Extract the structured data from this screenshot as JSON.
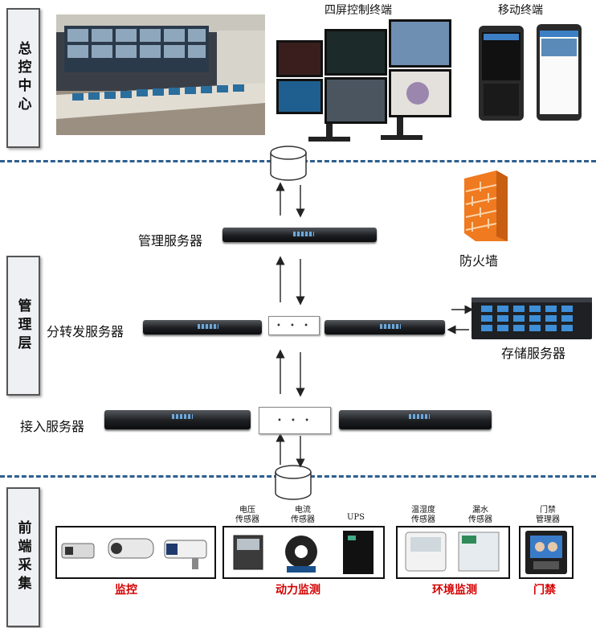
{
  "layers": {
    "top": "总控中心",
    "middle": "管理层",
    "bottom": "前端采集"
  },
  "top": {
    "quad_label": "四屏控制终端",
    "mobile_label": "移动终端"
  },
  "servers": {
    "management": "管理服务器",
    "forward": "分转发服务器",
    "access": "接入服务器",
    "storage": "存储服务器",
    "firewall": "防火墙"
  },
  "switch_dots": "• • •",
  "front": {
    "voltage_sensor": "电压\n传感器",
    "current_sensor": "电流\n传感器",
    "ups": "UPS",
    "temp_humidity_sensor": "温湿度\n传感器",
    "water_leak_sensor": "漏水\n传感器",
    "access_controller": "门禁\n管理器",
    "groups": {
      "monitoring": "监控",
      "power": "动力监测",
      "environment": "环境监测",
      "access": "门禁"
    }
  }
}
